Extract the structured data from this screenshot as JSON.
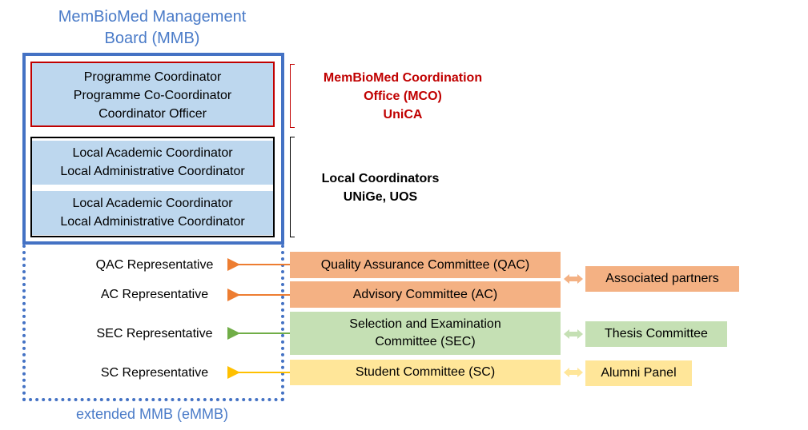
{
  "mmb": {
    "title_line1": "MemBioMed Management",
    "title_line2": "Board (MMB)"
  },
  "emmb": {
    "title": "extended MMB (eMMB)"
  },
  "coordination_office": {
    "lines": [
      "Programme Coordinator",
      "Programme Co-Coordinator",
      "Coordinator Officer"
    ],
    "label_lines": [
      "MemBioMed Coordination",
      "Office (MCO)",
      "UniCA"
    ],
    "color": "#c00000"
  },
  "local_coordinators": {
    "groups": [
      [
        "Local Academic Coordinator",
        "Local Administrative Coordinator"
      ],
      [
        "Local Academic Coordinator",
        "Local Administrative Coordinator"
      ]
    ],
    "label_lines": [
      "Local Coordinators",
      "UNiGe, UOS"
    ]
  },
  "representatives": [
    "QAC Representative",
    "AC Representative",
    "SEC Representative",
    "SC Representative"
  ],
  "committees": {
    "qac": "Quality Assurance Committee (QAC)",
    "ac": "Advisory Committee (AC)",
    "sec_line1": "Selection and Examination",
    "sec_line2": "Committee (SEC)",
    "sc": "Student Committee (SC)"
  },
  "partners": {
    "associated": "Associated partners",
    "thesis": "Thesis Committee",
    "alumni": "Alumni Panel"
  },
  "colors": {
    "blue": "#4472c4",
    "orange": "#f4b183",
    "orange_arrow": "#ed7d31",
    "green": "#c5e0b4",
    "green_arrow": "#70ad47",
    "yellow": "#ffe699",
    "yellow_arrow": "#ffc000"
  }
}
